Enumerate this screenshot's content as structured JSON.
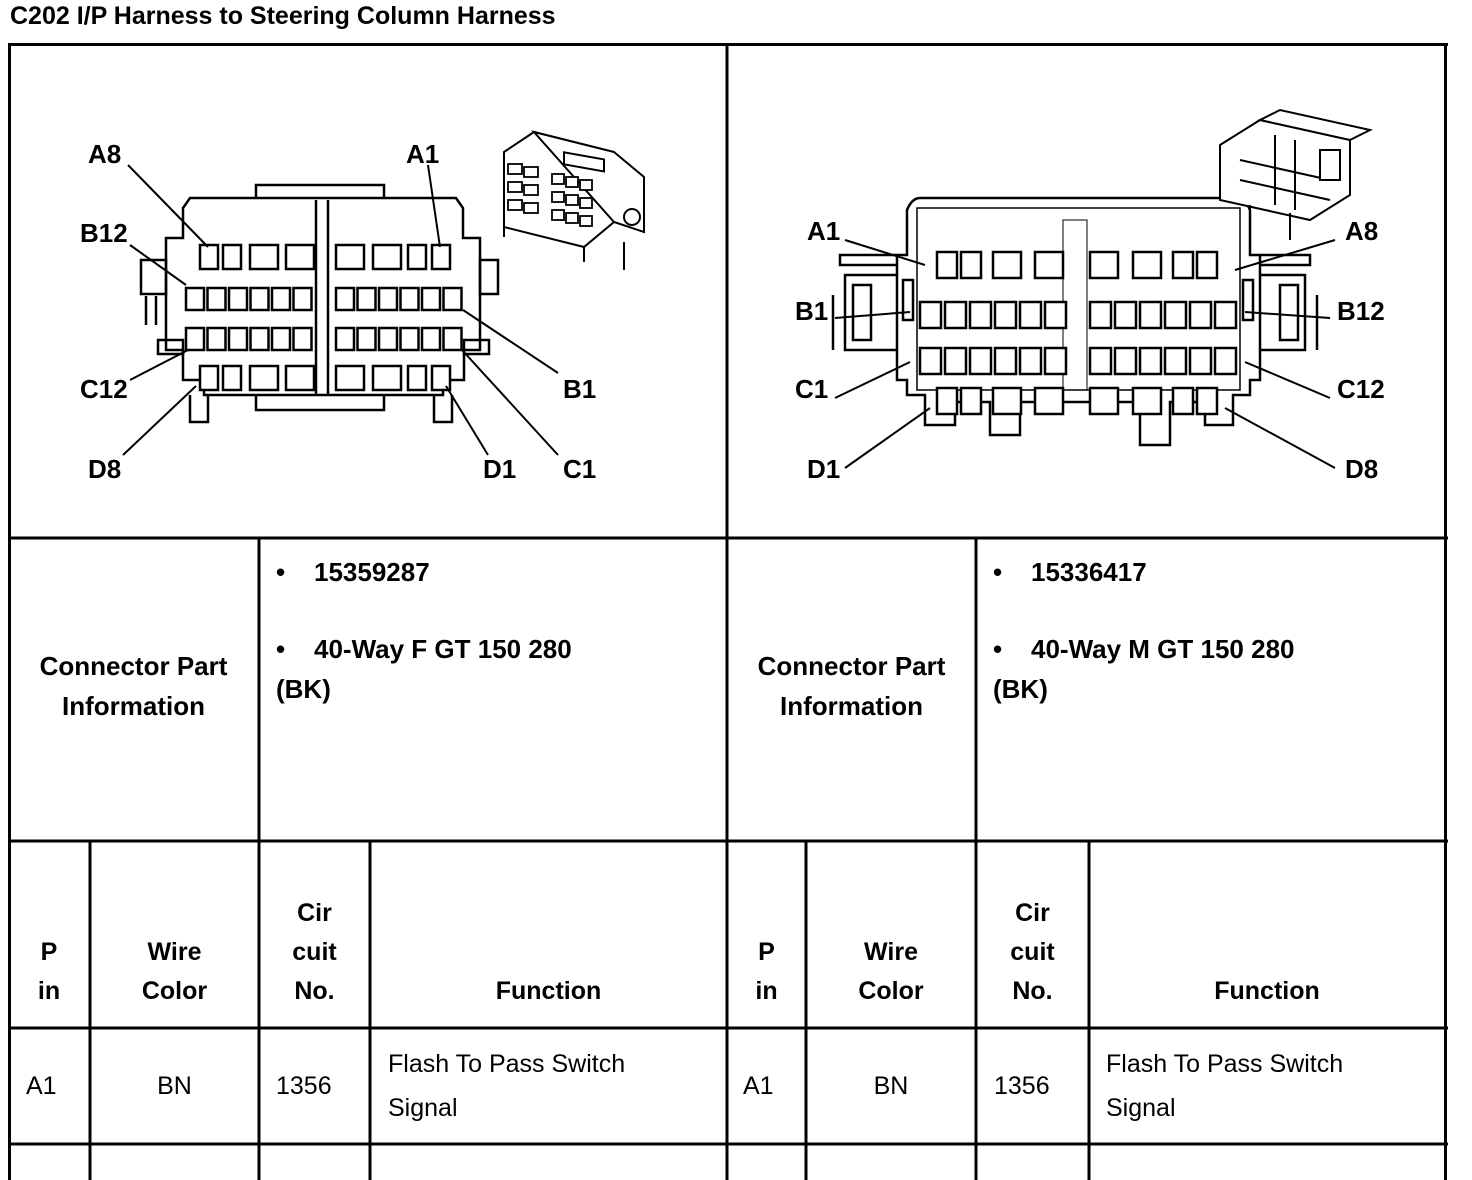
{
  "title": "C202 I/P Harness to Steering Column Harness",
  "left": {
    "pin_labels": {
      "a8": "A8",
      "a1": "A1",
      "b12": "B12",
      "b1": "B1",
      "c12": "C12",
      "c1": "C1",
      "d8": "D8",
      "d1": "D1"
    },
    "info_label_line1": "Connector Part",
    "info_label_line2": "Information",
    "part_number": "15359287",
    "desc_line1": "40-Way F GT 150 280",
    "desc_line2": "(BK)",
    "headers": {
      "pin_1": "P",
      "pin_2": "in",
      "wire_1": "Wire",
      "wire_2": "Color",
      "cir_1": "Cir",
      "cir_2": "cuit",
      "cir_3": "No.",
      "function": "Function"
    },
    "rows": [
      {
        "pin": "A1",
        "wire": "BN",
        "circuit": "1356",
        "function_line1": "Flash To Pass Switch",
        "function_line2": "Signal"
      }
    ]
  },
  "right": {
    "pin_labels": {
      "a1": "A1",
      "a8": "A8",
      "b1": "B1",
      "b12": "B12",
      "c1": "C1",
      "c12": "C12",
      "d1": "D1",
      "d8": "D8"
    },
    "info_label_line1": "Connector Part",
    "info_label_line2": "Information",
    "part_number": "15336417",
    "desc_line1": "40-Way M GT 150 280",
    "desc_line2": "(BK)",
    "headers": {
      "pin_1": "P",
      "pin_2": "in",
      "wire_1": "Wire",
      "wire_2": "Color",
      "cir_1": "Cir",
      "cir_2": "cuit",
      "cir_3": "No.",
      "function": "Function"
    },
    "rows": [
      {
        "pin": "A1",
        "wire": "BN",
        "circuit": "1356",
        "function_line1": "Flash To Pass Switch",
        "function_line2": "Signal"
      }
    ]
  },
  "bullet": "•"
}
